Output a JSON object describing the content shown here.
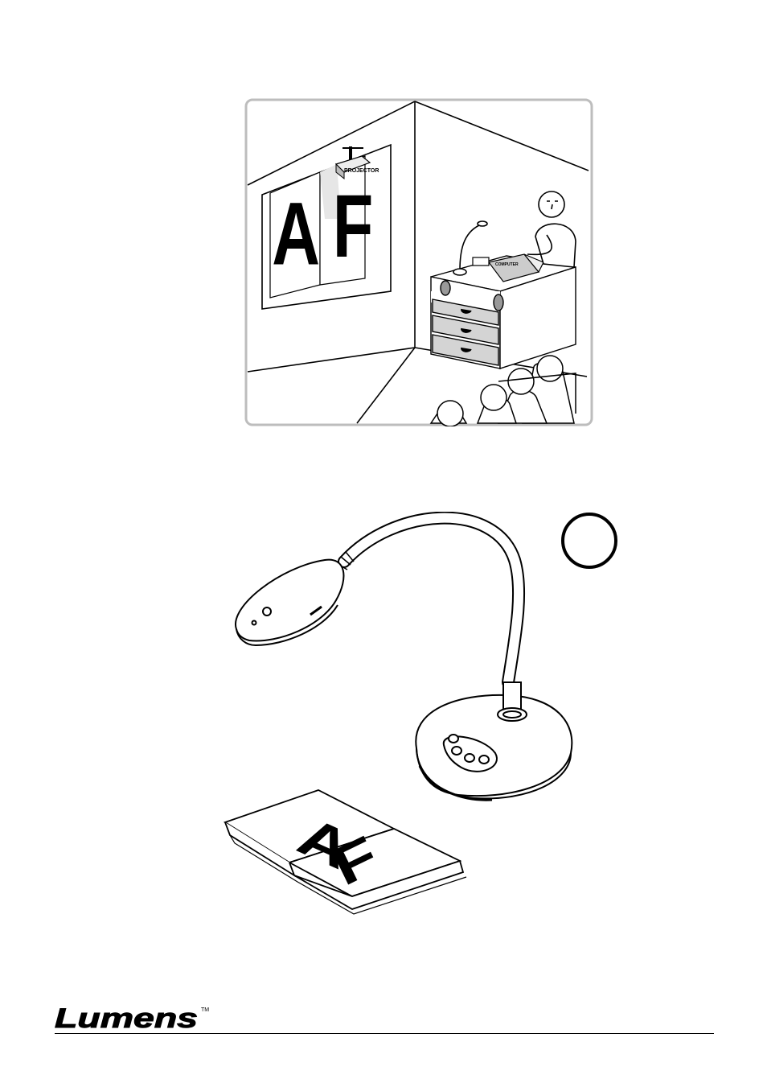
{
  "classroom": {
    "projector_label": "PROJECTOR",
    "computer_label": "COMPUTER",
    "screen_letters": [
      "A",
      "F"
    ]
  },
  "camera": {
    "book_letters": [
      "A",
      "F"
    ]
  },
  "footer": {
    "brand": "Lumens",
    "trademark": "TM"
  },
  "colors": {
    "ink": "#000000",
    "panel_border": "#bdbdbd",
    "drawer_fill": "#d4d4d4"
  }
}
